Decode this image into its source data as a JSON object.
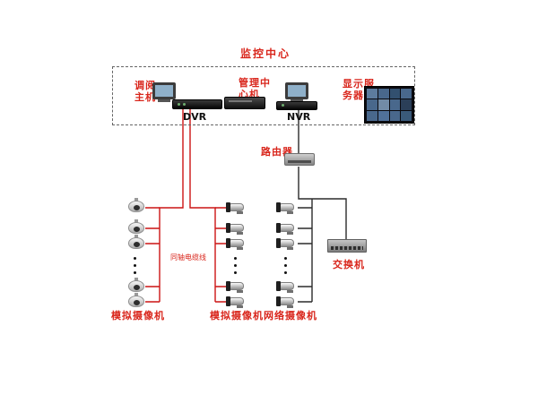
{
  "title": "监控中心",
  "center_box": {
    "retrieval_host": "调阅主机",
    "dvr_label": "DVR",
    "management_host": "管理中心机",
    "nvr_label": "NVR",
    "display_server": "显示服务器"
  },
  "network": {
    "router_label": "路由器",
    "switch_label": "交换机",
    "coaxial_label": "同轴电缆线"
  },
  "camera_groups": [
    {
      "label": "模拟摄像机"
    },
    {
      "label": "模拟摄像机"
    },
    {
      "label": "网络摄像机"
    }
  ],
  "colors": {
    "label_red": "#d9261c",
    "coax_line_red": "#cc1414",
    "network_line_black": "#2b2b2b"
  }
}
